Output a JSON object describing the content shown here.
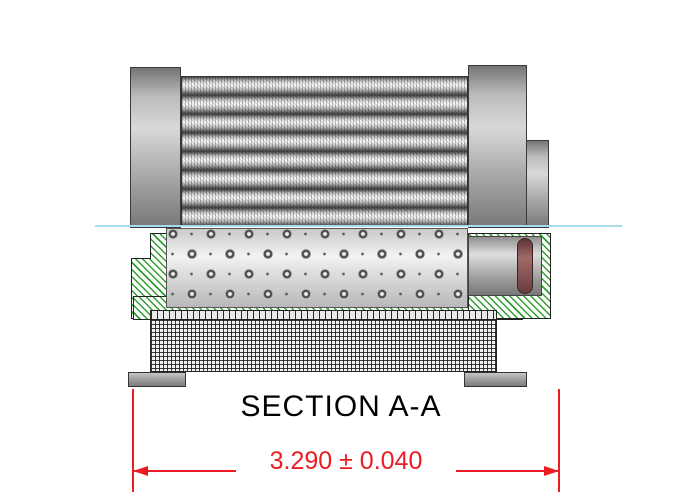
{
  "drawing": {
    "section_label": "SECTION A-A",
    "dimension_label": "3.290 ± 0.040"
  },
  "parts": {
    "left_end_cap": "end-cap-left",
    "right_end_cap": "end-cap-right",
    "pleated_media": "filter-media-outer",
    "perforated_core": "perforated-core-tube",
    "sectioned_media": "filter-media-section",
    "oring": "o-ring-seal"
  },
  "colors": {
    "dimension_red": "#ed1c24",
    "hatch_green": "#2f9e2f",
    "centerline_blue": "#a8dcea",
    "oring_maroon": "#7c4646"
  }
}
